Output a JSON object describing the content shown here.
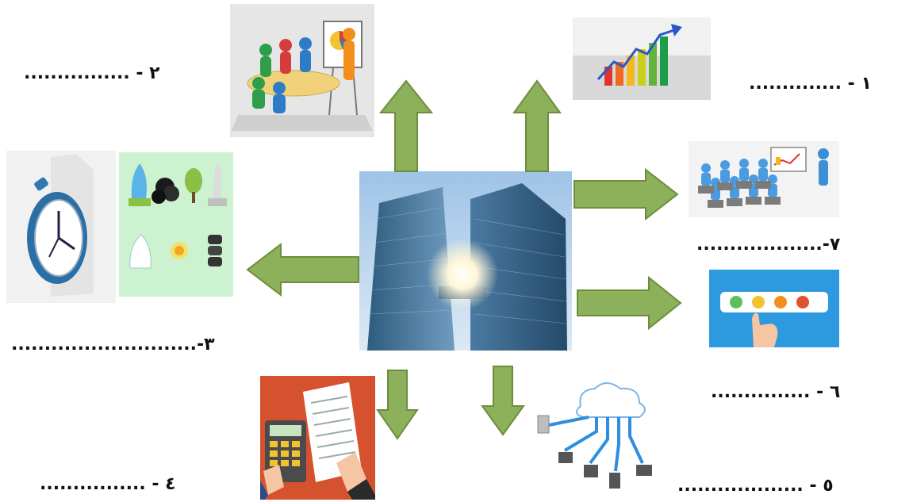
{
  "labels": [
    {
      "id": "1",
      "text": "..............  - ١"
    },
    {
      "id": "2",
      "text": "................  - ٢"
    },
    {
      "id": "3",
      "text": "............................-٣"
    },
    {
      "id": "4",
      "text": "................  - ٤"
    },
    {
      "id": "5",
      "text": "...................  - ٥"
    },
    {
      "id": "6",
      "text": "...............  - ٦"
    },
    {
      "id": "7",
      "text": "...................-٧"
    }
  ],
  "colors": {
    "arrow": "#8db05a",
    "arrow_border": "#6c8d3e"
  },
  "icons": {
    "center": "skyscraper-photo",
    "top_left": "business-meeting-illustration",
    "top_right": "growth-bar-chart-illustration",
    "right_top": "presentation-audience-illustration",
    "right_middle": "feedback-emoji-rating-illustration",
    "bottom_right": "cloud-network-devices-illustration",
    "bottom_left": "calculator-invoice-illustration",
    "left_middle": "natural-resources-chart",
    "left_far": "stopwatch-icon"
  }
}
